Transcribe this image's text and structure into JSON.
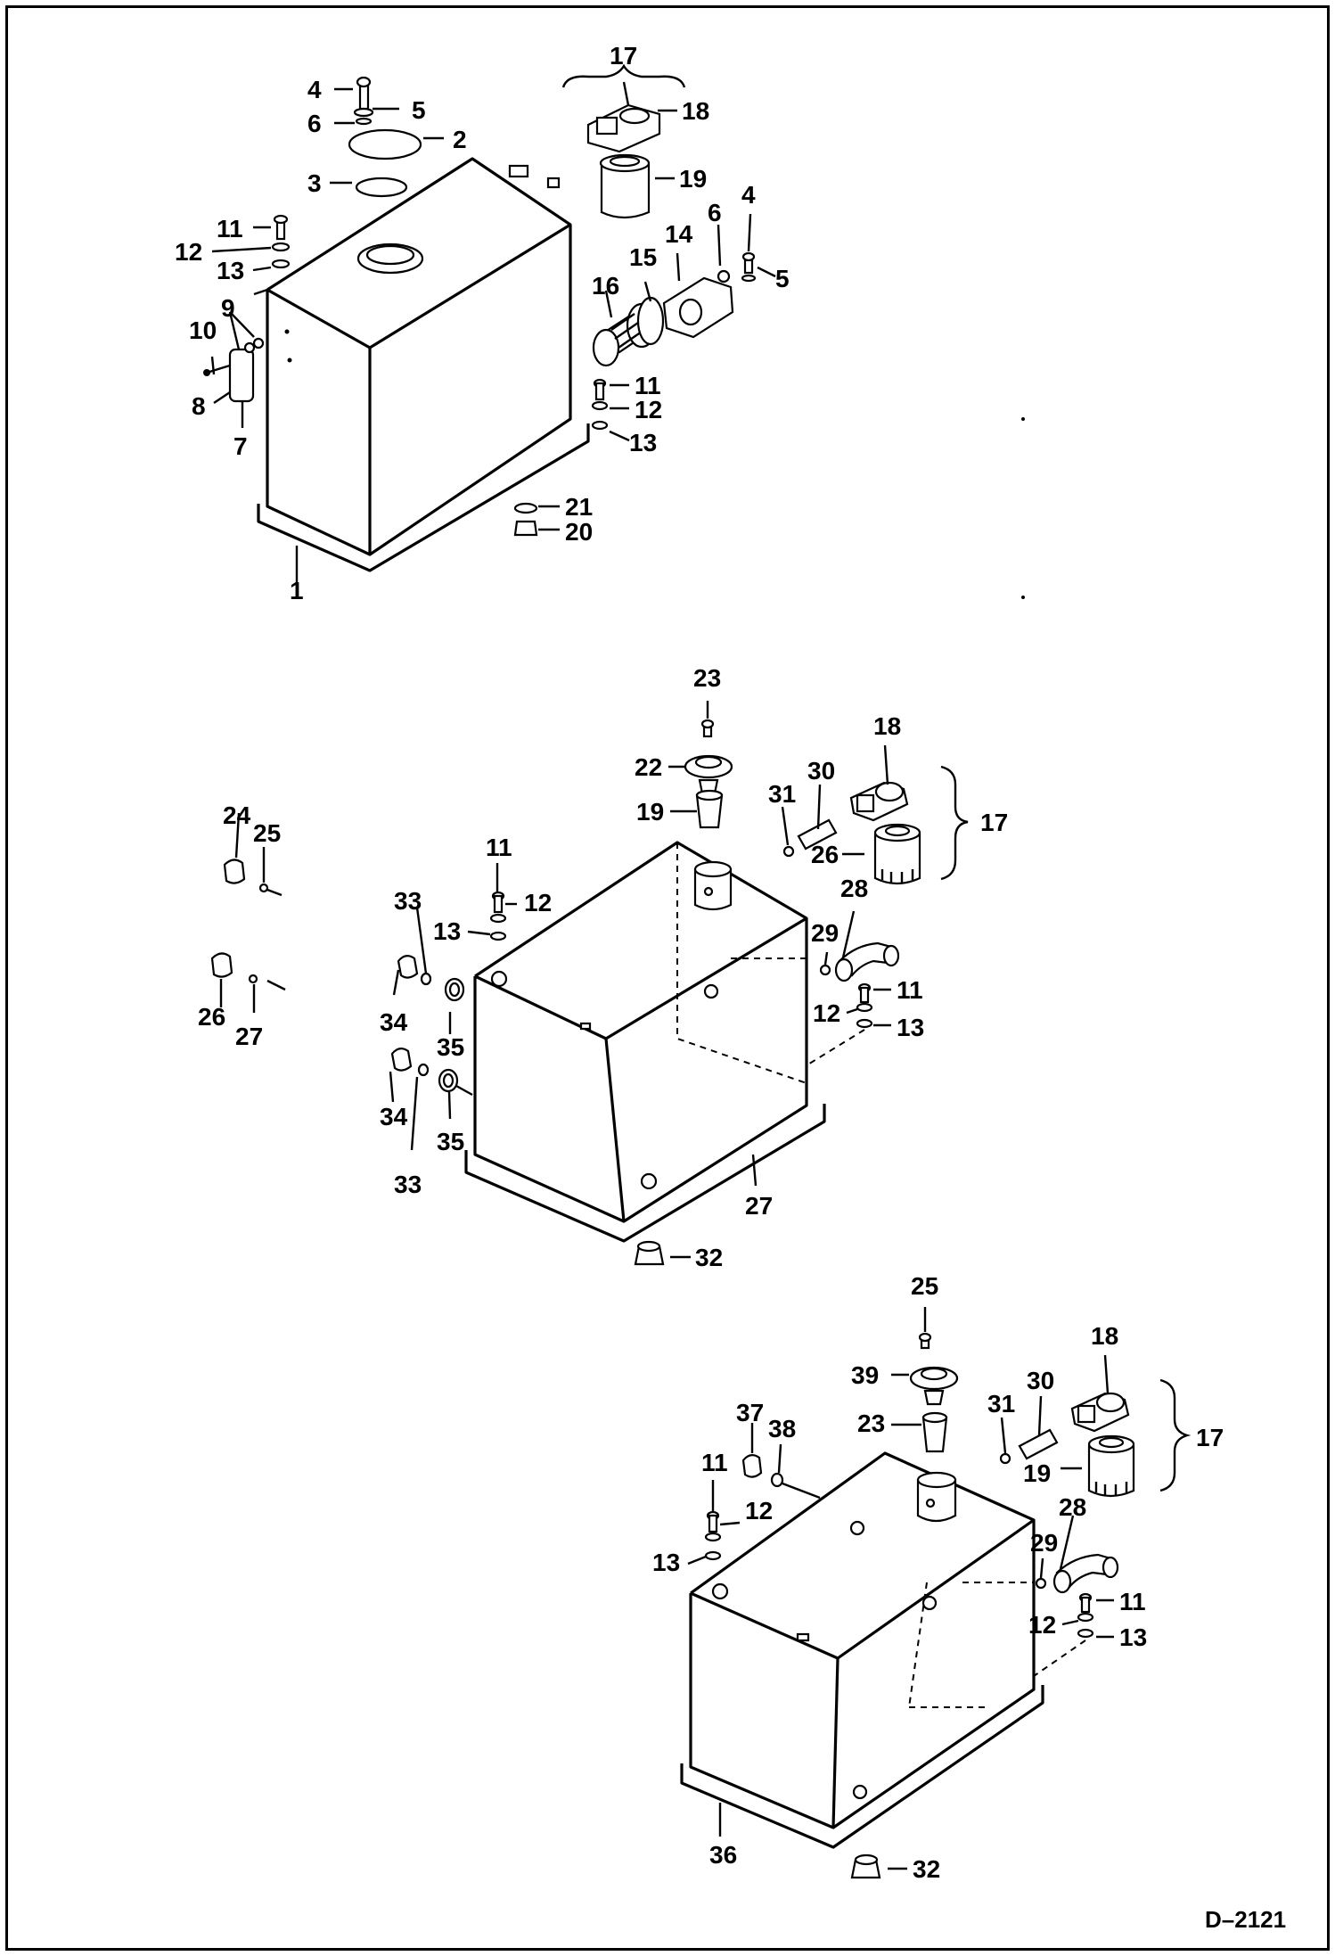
{
  "drawing": {
    "code": "D–2121"
  },
  "callouts": {
    "top": [
      "1",
      "2",
      "3",
      "4",
      "5",
      "6",
      "7",
      "8",
      "9",
      "10",
      "11",
      "12",
      "13",
      "14",
      "15",
      "16",
      "17",
      "18",
      "19",
      "20",
      "21",
      "4",
      "5",
      "6",
      "11",
      "12",
      "13"
    ],
    "middle": [
      "11",
      "12",
      "13",
      "17",
      "18",
      "19",
      "22",
      "23",
      "24",
      "25",
      "26",
      "27",
      "26",
      "27",
      "28",
      "29",
      "30",
      "31",
      "32",
      "33",
      "34",
      "35",
      "33",
      "34",
      "35",
      "11",
      "12",
      "13"
    ],
    "bottom": [
      "11",
      "12",
      "13",
      "17",
      "18",
      "19",
      "23",
      "25",
      "28",
      "29",
      "30",
      "31",
      "32",
      "36",
      "37",
      "38",
      "39",
      "11",
      "12",
      "13"
    ]
  }
}
